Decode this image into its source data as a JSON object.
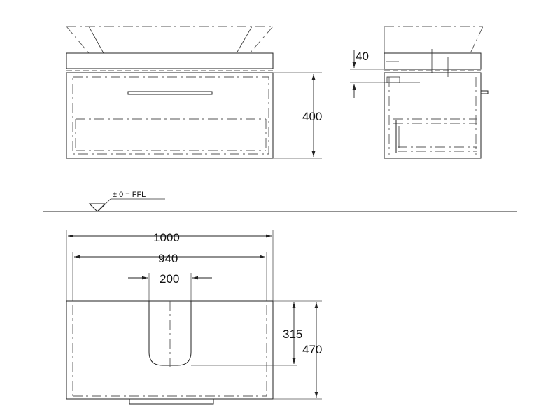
{
  "dimensions": {
    "height_front": "400",
    "side_top": "40",
    "width_overall": "1000",
    "width_inner": "940",
    "cutout_width": "200",
    "cutout_depth": "315",
    "depth_overall": "470"
  },
  "level": {
    "marker": "± 0 = FFL"
  },
  "colors": {
    "line": "#222222",
    "hidden_line": "#555555",
    "background": "#ffffff"
  }
}
